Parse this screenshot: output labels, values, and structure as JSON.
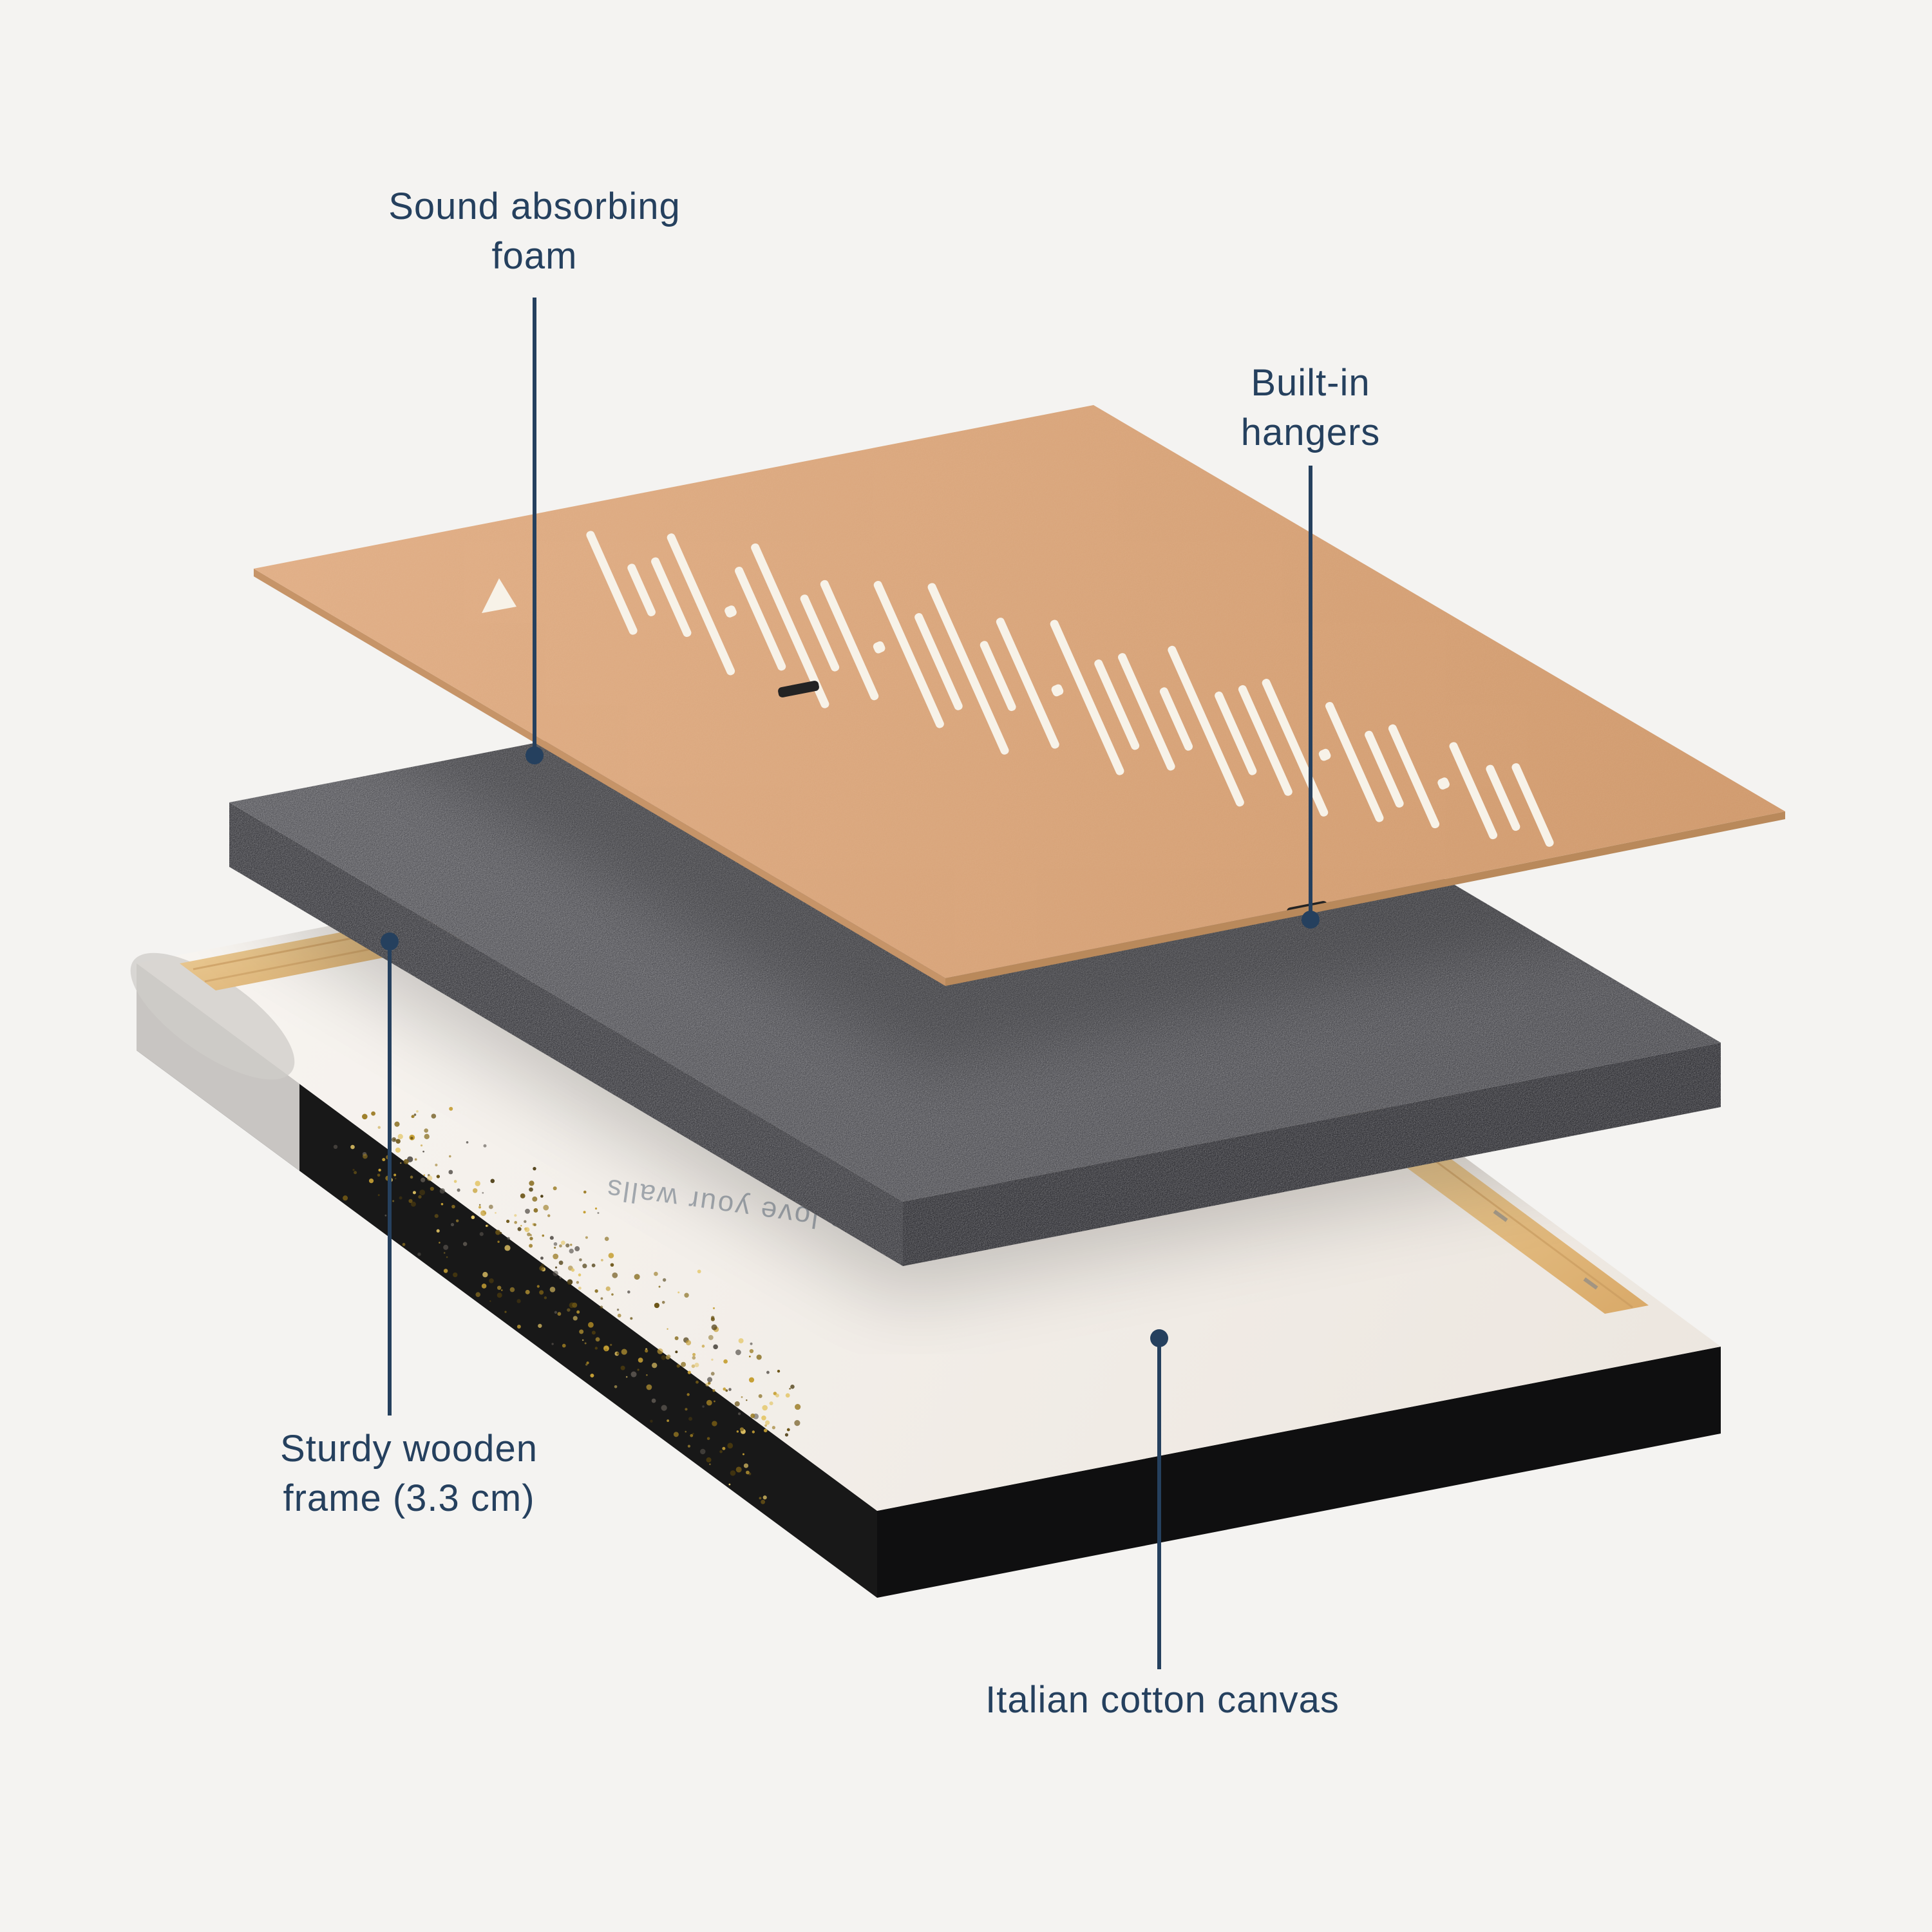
{
  "callouts": {
    "foam": {
      "lines": [
        "Sound absorbing",
        "foam"
      ]
    },
    "hangers": {
      "lines": [
        "Built-in",
        "hangers"
      ]
    },
    "frame": {
      "lines": [
        "Sturdy wooden",
        "frame (3.3 cm)"
      ]
    },
    "canvas": {
      "lines": [
        "Italian cotton canvas"
      ]
    }
  },
  "canvas_print": {
    "back_text": "We love your walls"
  },
  "soundwave": [
    0.5,
    0.12,
    0.32,
    0.78,
    0.08,
    0.5,
    0.95,
    0.3,
    0.62,
    0.1,
    0.82,
    0.45,
    1.0,
    0.25,
    0.7,
    0.08,
    0.88,
    0.4,
    0.6,
    0.2,
    0.92,
    0.35,
    0.55,
    0.75,
    0.1,
    0.62,
    0.3,
    0.5,
    0.08,
    0.45,
    0.22,
    0.35
  ],
  "colors": {
    "background": "#f4f3f1",
    "label": "#25405e",
    "callout_line": "#25405e",
    "board_light": "#e0ac82",
    "board_dark": "#d19a6d",
    "slot": "#f7f2e8",
    "hanger": "#232323",
    "foam_light": "#57575c",
    "foam_dark": "#48484d",
    "canvas_light": "#f8f5f1",
    "canvas_dark": "#eee8e1",
    "wood": "#e6c28b",
    "box_side": "#151515",
    "gold_palette": [
      "#c6a035",
      "#9a7a22",
      "#6b5415",
      "#e3c565",
      "#8d742a",
      "#4a3a0e",
      "#55504a"
    ]
  }
}
